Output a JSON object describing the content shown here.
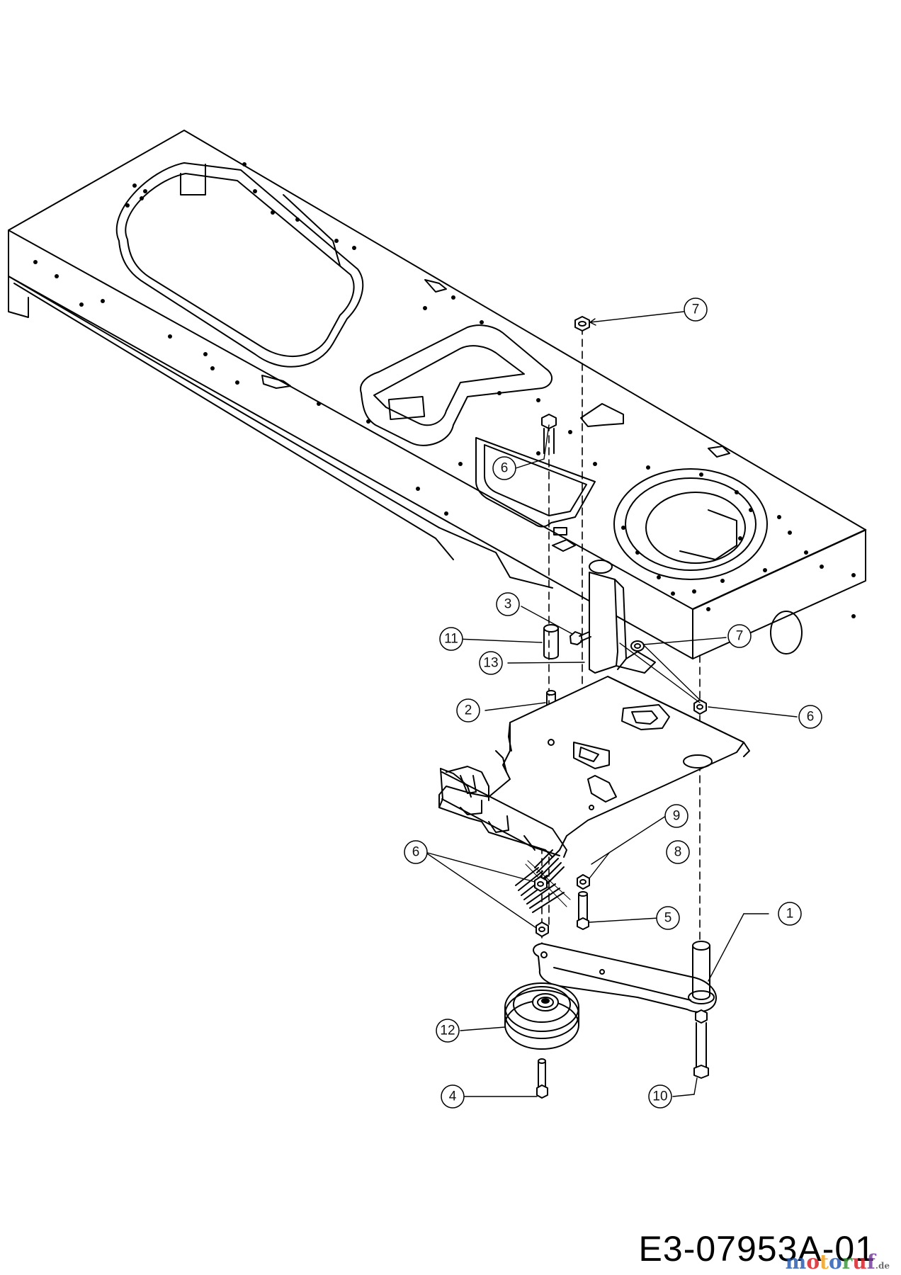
{
  "drawing_code": "E3-07953A-01",
  "watermark": {
    "text": "motoruf",
    "suffix": ".de",
    "colors": [
      "#2b5fb4",
      "#d8232a",
      "#f3a11a",
      "#2b5fb4",
      "#3a9a3a",
      "#d8232a",
      "#7a3fa0"
    ]
  },
  "callouts": [
    {
      "id": "c7a",
      "label": "7"
    },
    {
      "id": "c6a",
      "label": "6"
    },
    {
      "id": "c3",
      "label": "3"
    },
    {
      "id": "c11",
      "label": "11"
    },
    {
      "id": "c13",
      "label": "13"
    },
    {
      "id": "c7b",
      "label": "7"
    },
    {
      "id": "c6b",
      "label": "6"
    },
    {
      "id": "c2",
      "label": "2"
    },
    {
      "id": "c9",
      "label": "9"
    },
    {
      "id": "c6c",
      "label": "6"
    },
    {
      "id": "c8",
      "label": "8"
    },
    {
      "id": "c1",
      "label": "1"
    },
    {
      "id": "c5",
      "label": "5"
    },
    {
      "id": "c12",
      "label": "12"
    },
    {
      "id": "c4",
      "label": "4"
    },
    {
      "id": "c10",
      "label": "10"
    }
  ]
}
